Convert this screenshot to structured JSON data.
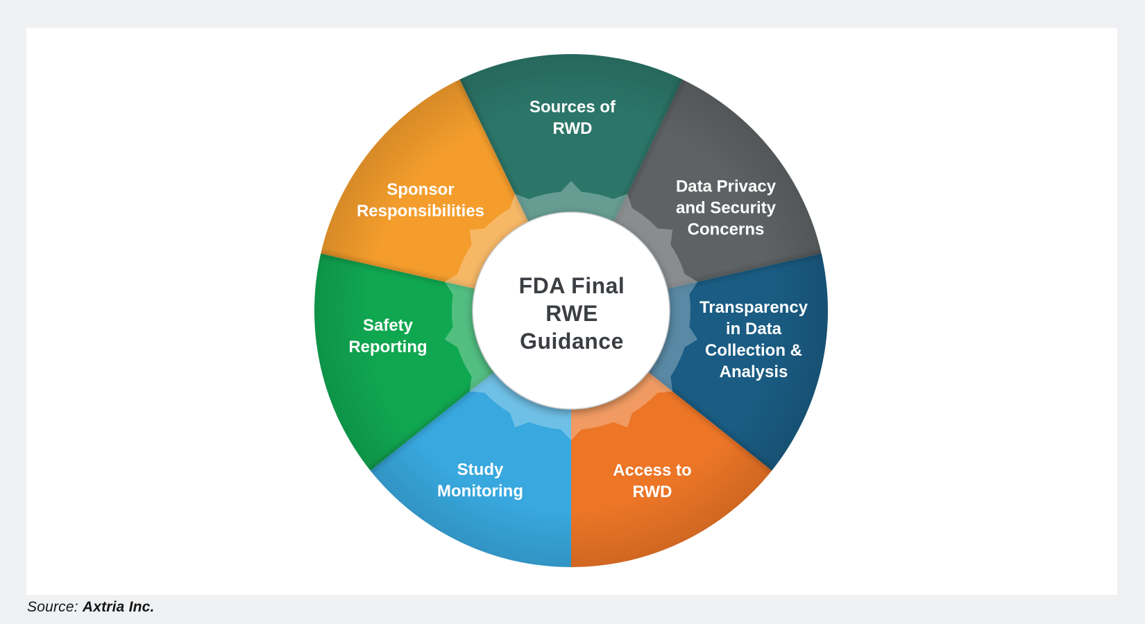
{
  "page": {
    "background_color": "#eff1f3",
    "card_color": "#ffffff"
  },
  "wheel": {
    "center_label": "FDA Final\nRWE\nGuidance",
    "center_text_color": "#3b3e42",
    "center_circle_color": "#ffffff",
    "segments": [
      {
        "label": "Sources of\nRWD",
        "color": "#2c7669"
      },
      {
        "label": "Data Privacy\nand Security\nConcerns",
        "color": "#5e6264"
      },
      {
        "label": "Transparency\nin Data\nCollection &\nAnalysis",
        "color": "#1a5c83"
      },
      {
        "label": "Access to\nRWD",
        "color": "#ec7526"
      },
      {
        "label": "Study\nMonitoring",
        "color": "#38a8de"
      },
      {
        "label": "Safety\nReporting",
        "color": "#10a751"
      },
      {
        "label": "Sponsor\nResponsibilities",
        "color": "#f49d2c"
      }
    ]
  },
  "source": {
    "prefix": "Source:",
    "name": "Axtria Inc."
  }
}
